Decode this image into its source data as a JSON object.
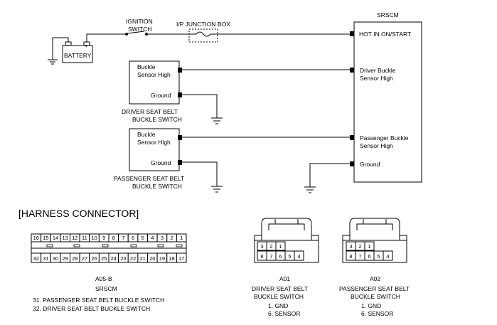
{
  "diagram": {
    "srscm_title": "SRSCM",
    "srscm_pins": {
      "hot": "HOT IN ON/START",
      "driver_1": "Driver Buckle",
      "driver_2": "Sensor High",
      "pass_1": "Passenger Buckle",
      "pass_2": "Sensor High",
      "ground": "Ground"
    },
    "ignition_1": "IGNITION",
    "ignition_2": "SWITCH",
    "junction": "I/P JUNCTION BOX",
    "battery": "BATTERY",
    "battery_minus": "−",
    "battery_plus": "+",
    "driver_switch": {
      "pin1_a": "Buckle",
      "pin1_b": "Sensor High",
      "pin2": "Ground",
      "label_1": "DRIVER SEAT BELT",
      "label_2": "BUCKLE SWITCH"
    },
    "pass_switch": {
      "pin1_a": "Buckle",
      "pin1_b": "Sensor High",
      "pin2": "Ground",
      "label_1": "PASSENGER SEAT BELT",
      "label_2": "BUCKLE SWITCH"
    }
  },
  "harness": {
    "title": "[HARNESS CONNECTOR]",
    "a05b": {
      "top_row": [
        "16",
        "15",
        "14",
        "13",
        "12",
        "11",
        "10",
        "9",
        "8",
        "7",
        "6",
        "5",
        "4",
        "3",
        "2",
        "1"
      ],
      "bottom_row": [
        "32",
        "31",
        "30",
        "29",
        "28",
        "27",
        "26",
        "25",
        "24",
        "23",
        "22",
        "21",
        "20",
        "19",
        "18",
        "17"
      ],
      "id": "A05-B",
      "name": "SRSCM",
      "pins": [
        "31. PASSENGER SEAT BELT BUCKLE SWITCH",
        "32. DRIVER SEAT BELT BUCKLE SWITCH"
      ]
    },
    "a01": {
      "top_row": [
        "3",
        "2",
        "1"
      ],
      "bottom_row": [
        "8",
        "7",
        "6",
        "5",
        "4"
      ],
      "id": "A01",
      "name_1": "DRIVER SEAT BELT",
      "name_2": "BUCKLE SWITCH",
      "pins": [
        "1. GND",
        "6. SENSOR"
      ]
    },
    "a02": {
      "top_row": [
        "3",
        "2",
        "1"
      ],
      "bottom_row": [
        "8",
        "7",
        "6",
        "5",
        "4"
      ],
      "id": "A02",
      "name_1": "PASSENGER SEAT BELT",
      "name_2": "BUCKLE SWITCH",
      "pins": [
        "1. GND",
        "6. SENSOR"
      ]
    }
  }
}
